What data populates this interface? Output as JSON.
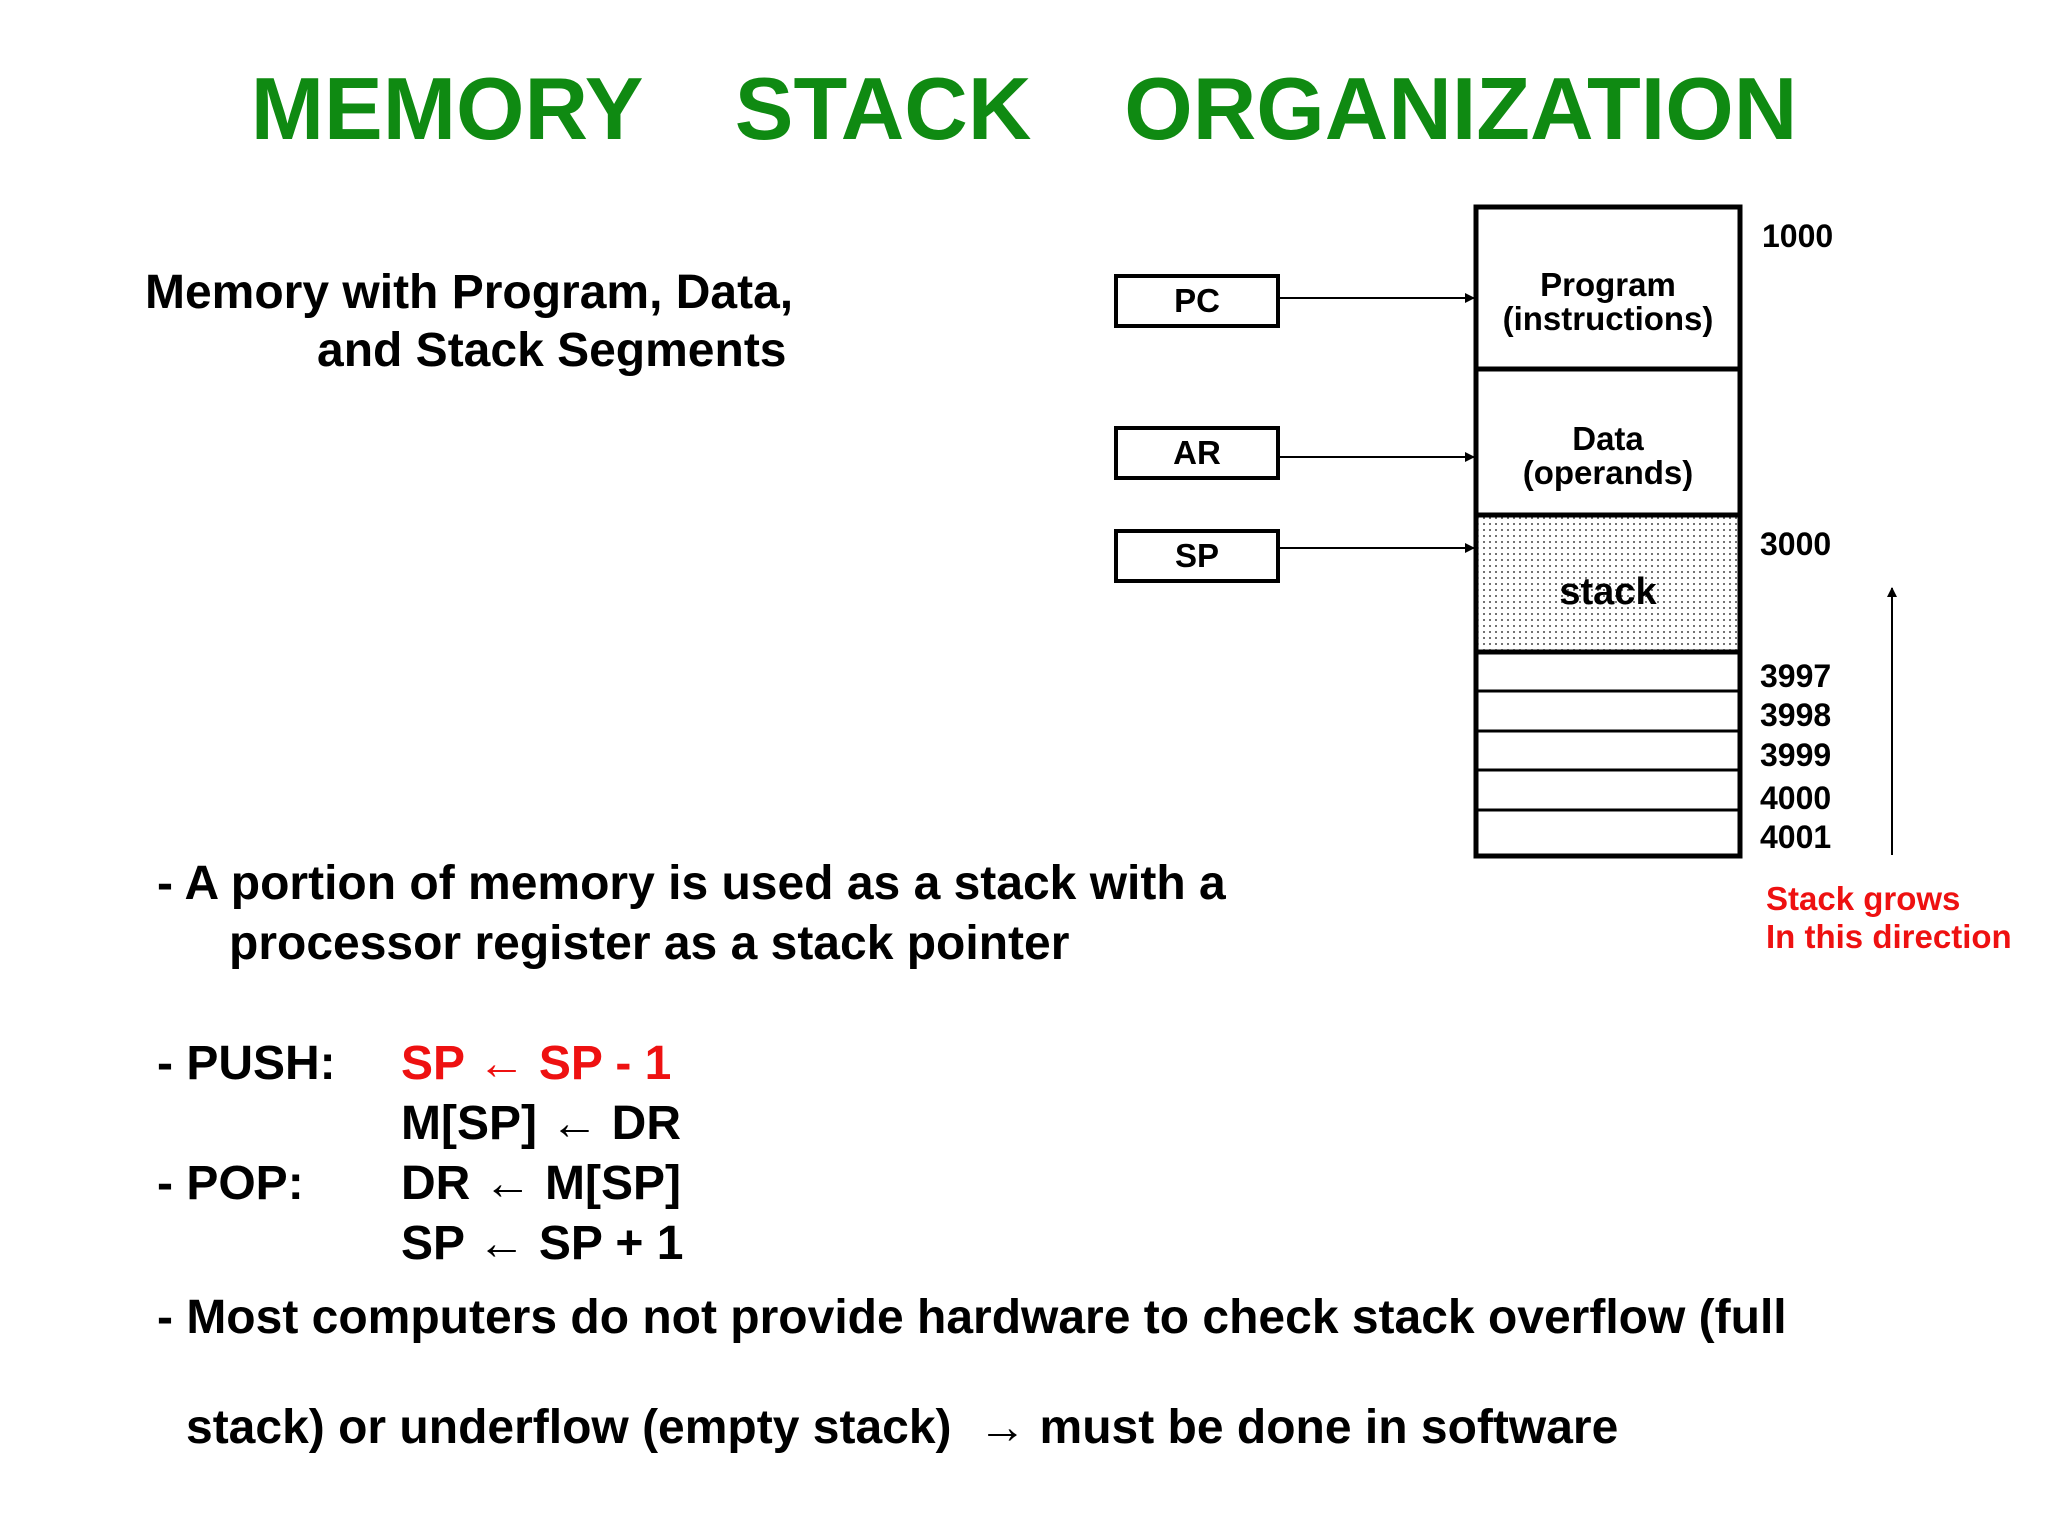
{
  "title": "MEMORY  STACK  ORGANIZATION",
  "subtitle": {
    "line1": "Memory with Program, Data,",
    "line2": "and Stack Segments"
  },
  "registers": [
    "PC",
    "AR",
    "SP"
  ],
  "memory": {
    "program": {
      "line1": "Program",
      "line2": "(instructions)"
    },
    "data": {
      "line1": "Data",
      "line2": "(operands)"
    },
    "stack_label": "stack",
    "addresses": [
      "1000",
      "3000",
      "3997",
      "3998",
      "3999",
      "4000",
      "4001"
    ]
  },
  "growth_note": {
    "line1": "Stack grows",
    "line2": "In this direction"
  },
  "bullets": {
    "stack_def": {
      "line1": "- A portion of memory is used as a stack with a",
      "line2": "processor register as a stack pointer"
    },
    "push": {
      "label": "- PUSH:",
      "op1": "SP ← SP - 1",
      "op2": "M[SP] ← DR"
    },
    "pop": {
      "label": "- POP:",
      "op1": "DR ← M[SP]",
      "op2": "SP ← SP + 1"
    },
    "overflow": {
      "line1": "- Most computers do not provide hardware to check stack overflow (full",
      "line2": "stack) or underflow (empty stack)  → must be done in software"
    }
  },
  "colors": {
    "title": "#0f8a12",
    "highlight": "#ee1111"
  }
}
